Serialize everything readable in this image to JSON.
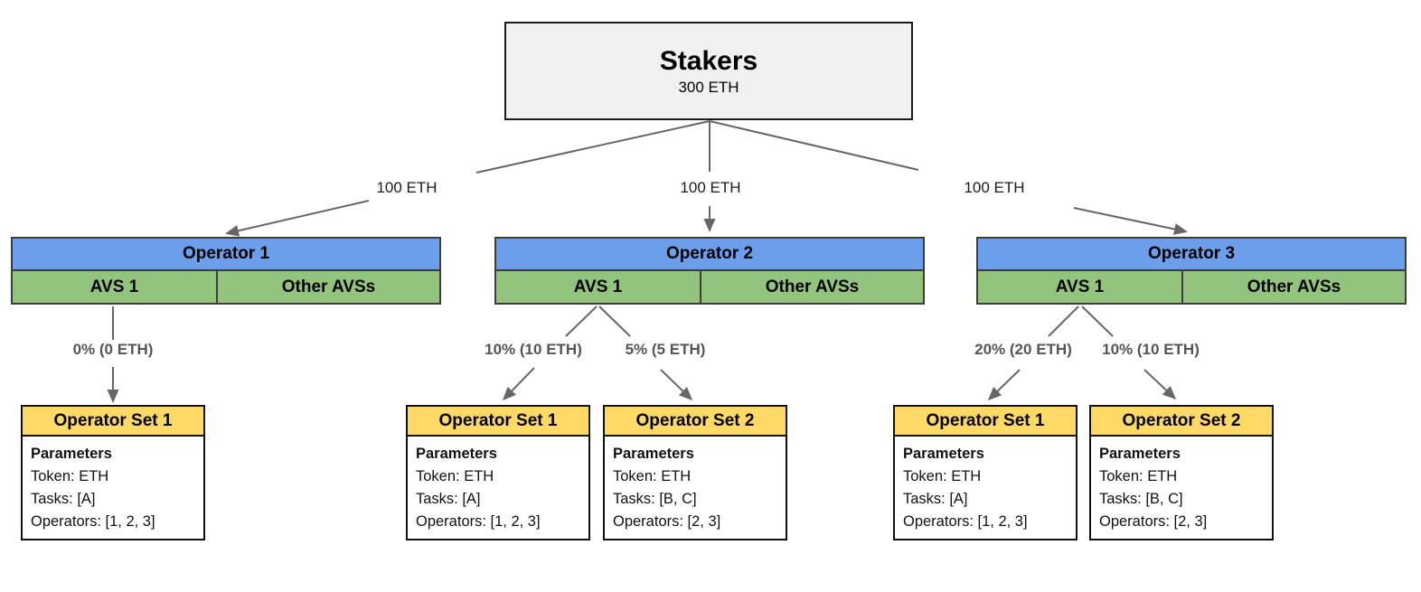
{
  "diagram": {
    "stakers": {
      "title": "Stakers",
      "subtitle": "300 ETH"
    },
    "stake_edges": [
      {
        "label": "100 ETH"
      },
      {
        "label": "100 ETH"
      },
      {
        "label": "100 ETH"
      }
    ],
    "operators": [
      {
        "title": "Operator 1",
        "avs1_label": "AVS 1",
        "other_avs_label": "Other AVSs"
      },
      {
        "title": "Operator 2",
        "avs1_label": "AVS 1",
        "other_avs_label": "Other AVSs"
      },
      {
        "title": "Operator 3",
        "avs1_label": "AVS 1",
        "other_avs_label": "Other AVSs"
      }
    ],
    "allocation_edges": [
      {
        "label": "0% (0 ETH)"
      },
      {
        "label": "10% (10 ETH)"
      },
      {
        "label": "5% (5 ETH)"
      },
      {
        "label": "20% (20 ETH)"
      },
      {
        "label": "10% (10 ETH)"
      }
    ],
    "operator_sets": [
      {
        "title": "Operator Set 1",
        "params_heading": "Parameters",
        "token": "Token: ETH",
        "tasks": "Tasks: [A]",
        "operators_list": "Operators: [1, 2, 3]"
      },
      {
        "title": "Operator Set 1",
        "params_heading": "Parameters",
        "token": "Token: ETH",
        "tasks": "Tasks: [A]",
        "operators_list": "Operators: [1, 2, 3]"
      },
      {
        "title": "Operator Set 2",
        "params_heading": "Parameters",
        "token": "Token: ETH",
        "tasks": "Tasks: [B, C]",
        "operators_list": "Operators: [2, 3]"
      },
      {
        "title": "Operator Set 1",
        "params_heading": "Parameters",
        "token": "Token: ETH",
        "tasks": "Tasks: [A]",
        "operators_list": "Operators: [1, 2, 3]"
      },
      {
        "title": "Operator Set 2",
        "params_heading": "Parameters",
        "token": "Token: ETH",
        "tasks": "Tasks: [B, C]",
        "operators_list": "Operators: [2, 3]"
      }
    ],
    "colors": {
      "operator_header_blue": "#6d9eeb",
      "avs_row_green": "#93c47d",
      "operator_set_header_yellow": "#ffd966",
      "stakers_fill_gray": "#f0f0f0",
      "connector_gray": "#666666",
      "border_dark": "#3d3d3d"
    }
  }
}
